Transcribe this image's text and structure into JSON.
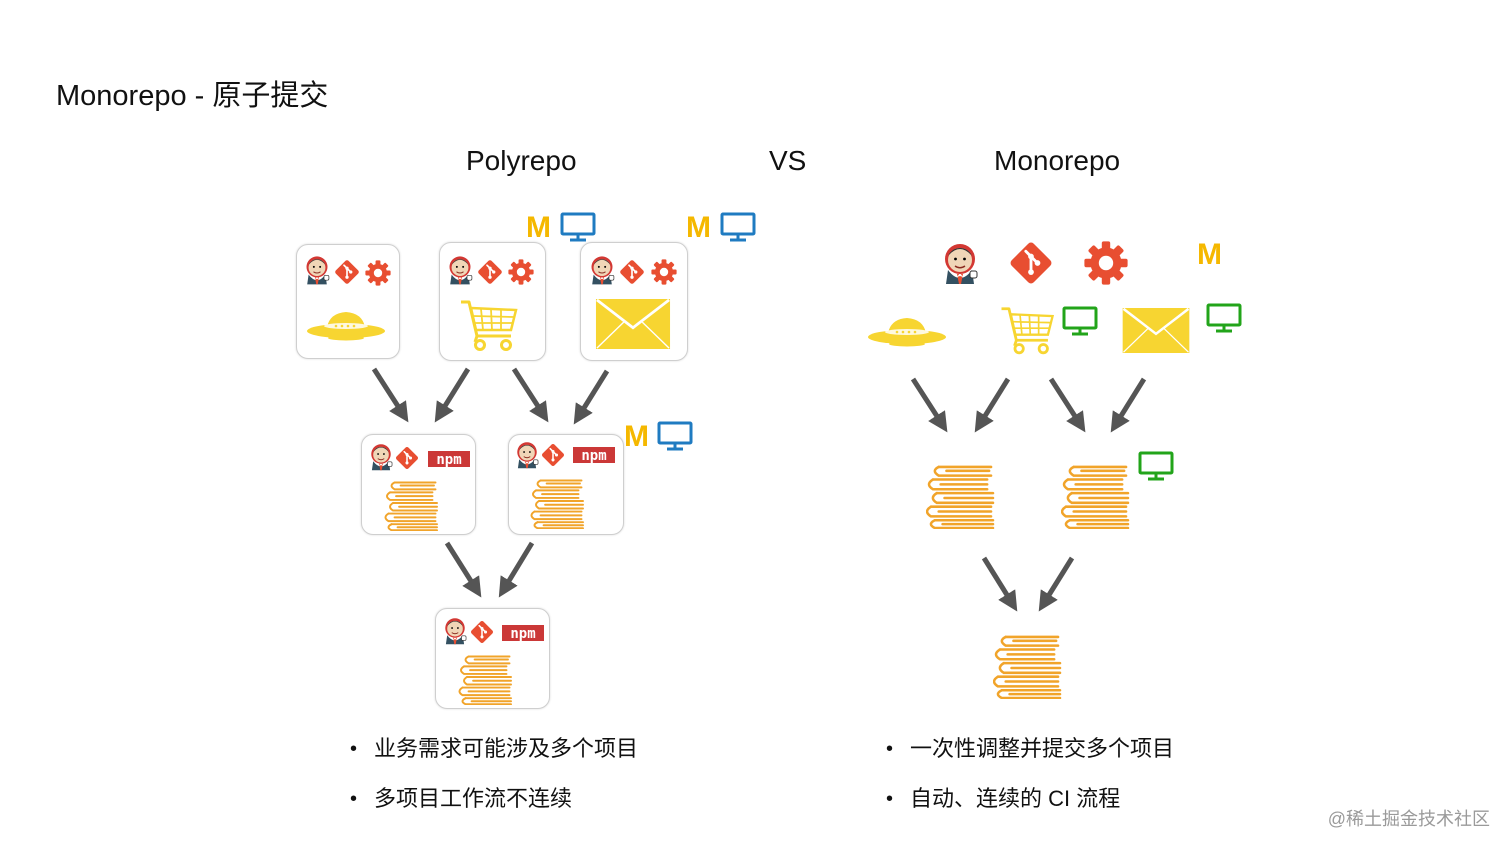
{
  "title": "Monorepo - 原子提交",
  "headings": {
    "left": "Polyrepo",
    "vs": "VS",
    "right": "Monorepo"
  },
  "m_letter": "M",
  "npm_text": "npm",
  "bullets_left": [
    "业务需求可能涉及多个项目",
    "多项目工作流不连续"
  ],
  "bullets_right": [
    "一次性调整并提交多个项目",
    "自动、连续的 CI 流程"
  ],
  "watermark": "@稀土掘金技术社区",
  "colors": {
    "git": "#e84e31",
    "gear": "#e84e31",
    "yellow": "#f7d531",
    "books": "#f1a42a",
    "monitor_blue": "#1f7bc1",
    "monitor_green": "#22a41a",
    "m_yellow": "#f5b800",
    "arrow": "#555555",
    "npm": "#cb3837"
  },
  "icons": [
    "jenkins-icon",
    "git-icon",
    "gear-icon",
    "ufo-icon",
    "cart-icon",
    "mail-icon",
    "npm-icon",
    "books-icon",
    "monitor-icon"
  ]
}
